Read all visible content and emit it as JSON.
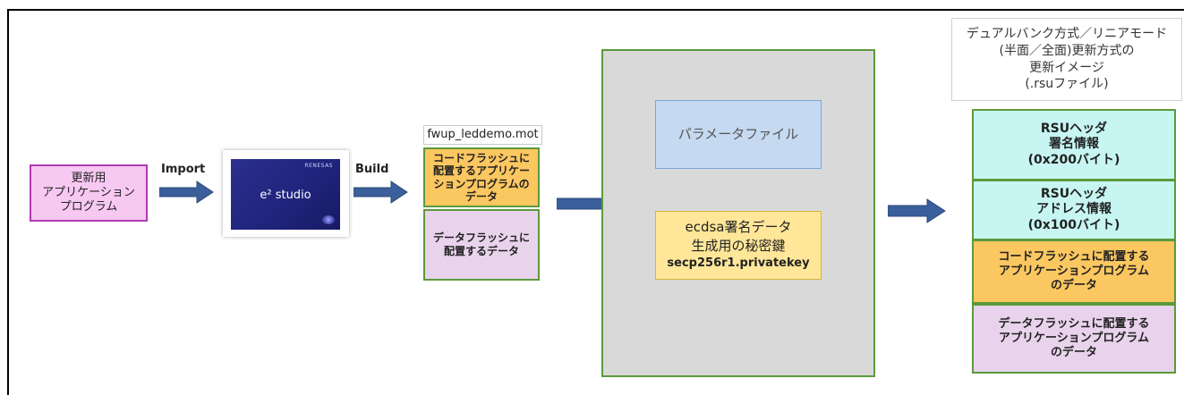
{
  "source_box": {
    "lines": [
      "更新用",
      "アプリケーション",
      "プログラム"
    ]
  },
  "labels": {
    "import": "Import",
    "build": "Build"
  },
  "ide": {
    "name": "e² studio",
    "brand": "RENESAS"
  },
  "mot_file": {
    "filename": "fwup_leddemo.mot",
    "code_flash_lines": [
      "コードフラッシュに",
      "配置するアプリケー",
      "ションプログラムの",
      "データ"
    ],
    "data_flash_lines": [
      "データフラッシュに",
      "配置するデータ"
    ]
  },
  "tool": {
    "param_file": "パラメータファイル",
    "key_lines": [
      "ecdsa署名データ",
      "生成用の秘密鍵"
    ],
    "key_file": "secp256r1.privatekey"
  },
  "rsu": {
    "caption_lines": [
      "デュアルバンク方式／リニアモード",
      "(半面／全面)更新方式の",
      "更新イメージ",
      "(.rsuファイル)"
    ],
    "header_sig_lines": [
      "RSUヘッダ",
      "署名情報",
      "(0x200バイト)"
    ],
    "header_addr_lines": [
      "RSUヘッダ",
      "アドレス情報",
      "(0x100バイト)"
    ],
    "code_flash_lines": [
      "コードフラッシュに配置する",
      "アプリケーションプログラム",
      "のデータ"
    ],
    "data_flash_lines": [
      "データフラッシュに配置する",
      "アプリケーションプログラム",
      "のデータ"
    ]
  },
  "colors": {
    "source_fill": "#f7c8f2",
    "source_border": "#b03ab0",
    "code_fill": "#fbc760",
    "data_fill": "#e9d3ec",
    "green_border": "#5b9a3c",
    "tool_fill": "#d9d9d9",
    "param_fill": "#c5d9f1",
    "param_border": "#7aa6d9",
    "key_fill": "#ffe699",
    "key_border": "#d9b43c",
    "rsu_header_fill": "#c7f6f2",
    "arrow": "#3a5f9a"
  }
}
